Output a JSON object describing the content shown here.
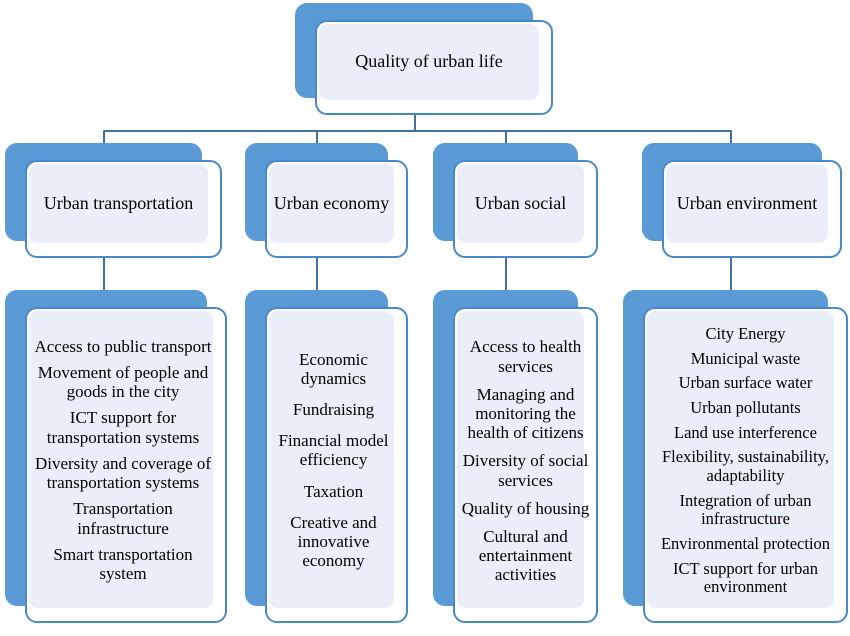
{
  "diagram": {
    "root_label": "Quality of urban life",
    "branches": [
      {
        "label": "Urban transportation",
        "items": [
          "Access to public transport",
          "Movement of people and goods in the city",
          "ICT support for transportation systems",
          "Diversity and coverage of transportation systems",
          "Transportation infrastructure",
          "Smart transportation system"
        ]
      },
      {
        "label": "Urban economy",
        "items": [
          "Economic dynamics",
          "Fundraising",
          "Financial model efficiency",
          "Taxation",
          "Creative and innovative economy"
        ]
      },
      {
        "label": "Urban social",
        "items": [
          "Access to health services",
          "Managing and monitoring the health of citizens",
          "Diversity of social services",
          "Quality of housing",
          "Cultural and entertainment activities"
        ]
      },
      {
        "label": "Urban environment",
        "items": [
          "City Energy",
          "Municipal waste",
          "Urban surface water",
          "Urban pollutants",
          "Land use interference",
          "Flexibility, sustainability, adaptability",
          "Integration of urban infrastructure",
          "Environmental protection",
          "ICT support for urban environment"
        ]
      }
    ],
    "colors": {
      "accent": "#5b9bd5",
      "accent_dark": "#41719c",
      "box_border": "#4a89c7",
      "tint_fill": "#e9eef8",
      "text": "#000000"
    }
  }
}
